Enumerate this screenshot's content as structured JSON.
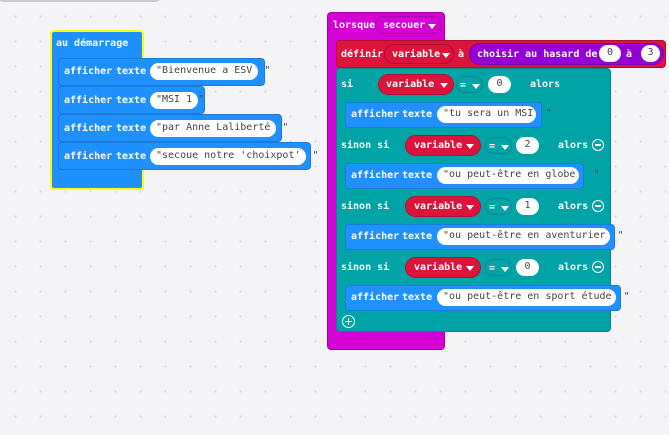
{
  "start_block": {
    "title": "au démarrage",
    "rows": [
      {
        "cmd": "afficher",
        "kind": "texte",
        "value": "\"Bienvenue a ESV  \""
      },
      {
        "cmd": "afficher",
        "kind": "texte",
        "value": "\"MSI 1 \""
      },
      {
        "cmd": "afficher",
        "kind": "texte",
        "value": "\"par Anne Laliberté  \""
      },
      {
        "cmd": "afficher",
        "kind": "texte",
        "value": "\"secoue notre 'choixpot'  \""
      }
    ]
  },
  "shake_block": {
    "event": "lorsque",
    "gesture": "secouer",
    "set": {
      "label": "définir",
      "var": "variable",
      "to": "à",
      "random": "choisir au hasard de",
      "from": "0",
      "and": "à",
      "upto": "3"
    },
    "if_label": "si",
    "then_label": "alors",
    "elseif_label": "sinon si",
    "op": "=",
    "branches": [
      {
        "var": "variable",
        "value": "0",
        "show": "afficher",
        "kind": "texte",
        "text": "\"tu sera un MSI  \""
      },
      {
        "var": "variable",
        "value": "2",
        "show": "afficher",
        "kind": "texte",
        "text": "\"ou peut-être en globe   \""
      },
      {
        "var": "variable",
        "value": "1",
        "show": "afficher",
        "kind": "texte",
        "text": "\"ou peut-être en aventurier  \""
      },
      {
        "var": "variable",
        "value": "0",
        "show": "afficher",
        "kind": "texte",
        "text": "\"ou peut-être en sport étude  \""
      }
    ]
  },
  "colors": {
    "events": "#1e90ff",
    "basic": "#1e90ff",
    "input_magenta": "#d400d4",
    "variables": "#dc143c",
    "math": "#9400d3",
    "logic": "#00a4a6",
    "highlight": "#ffff00"
  }
}
